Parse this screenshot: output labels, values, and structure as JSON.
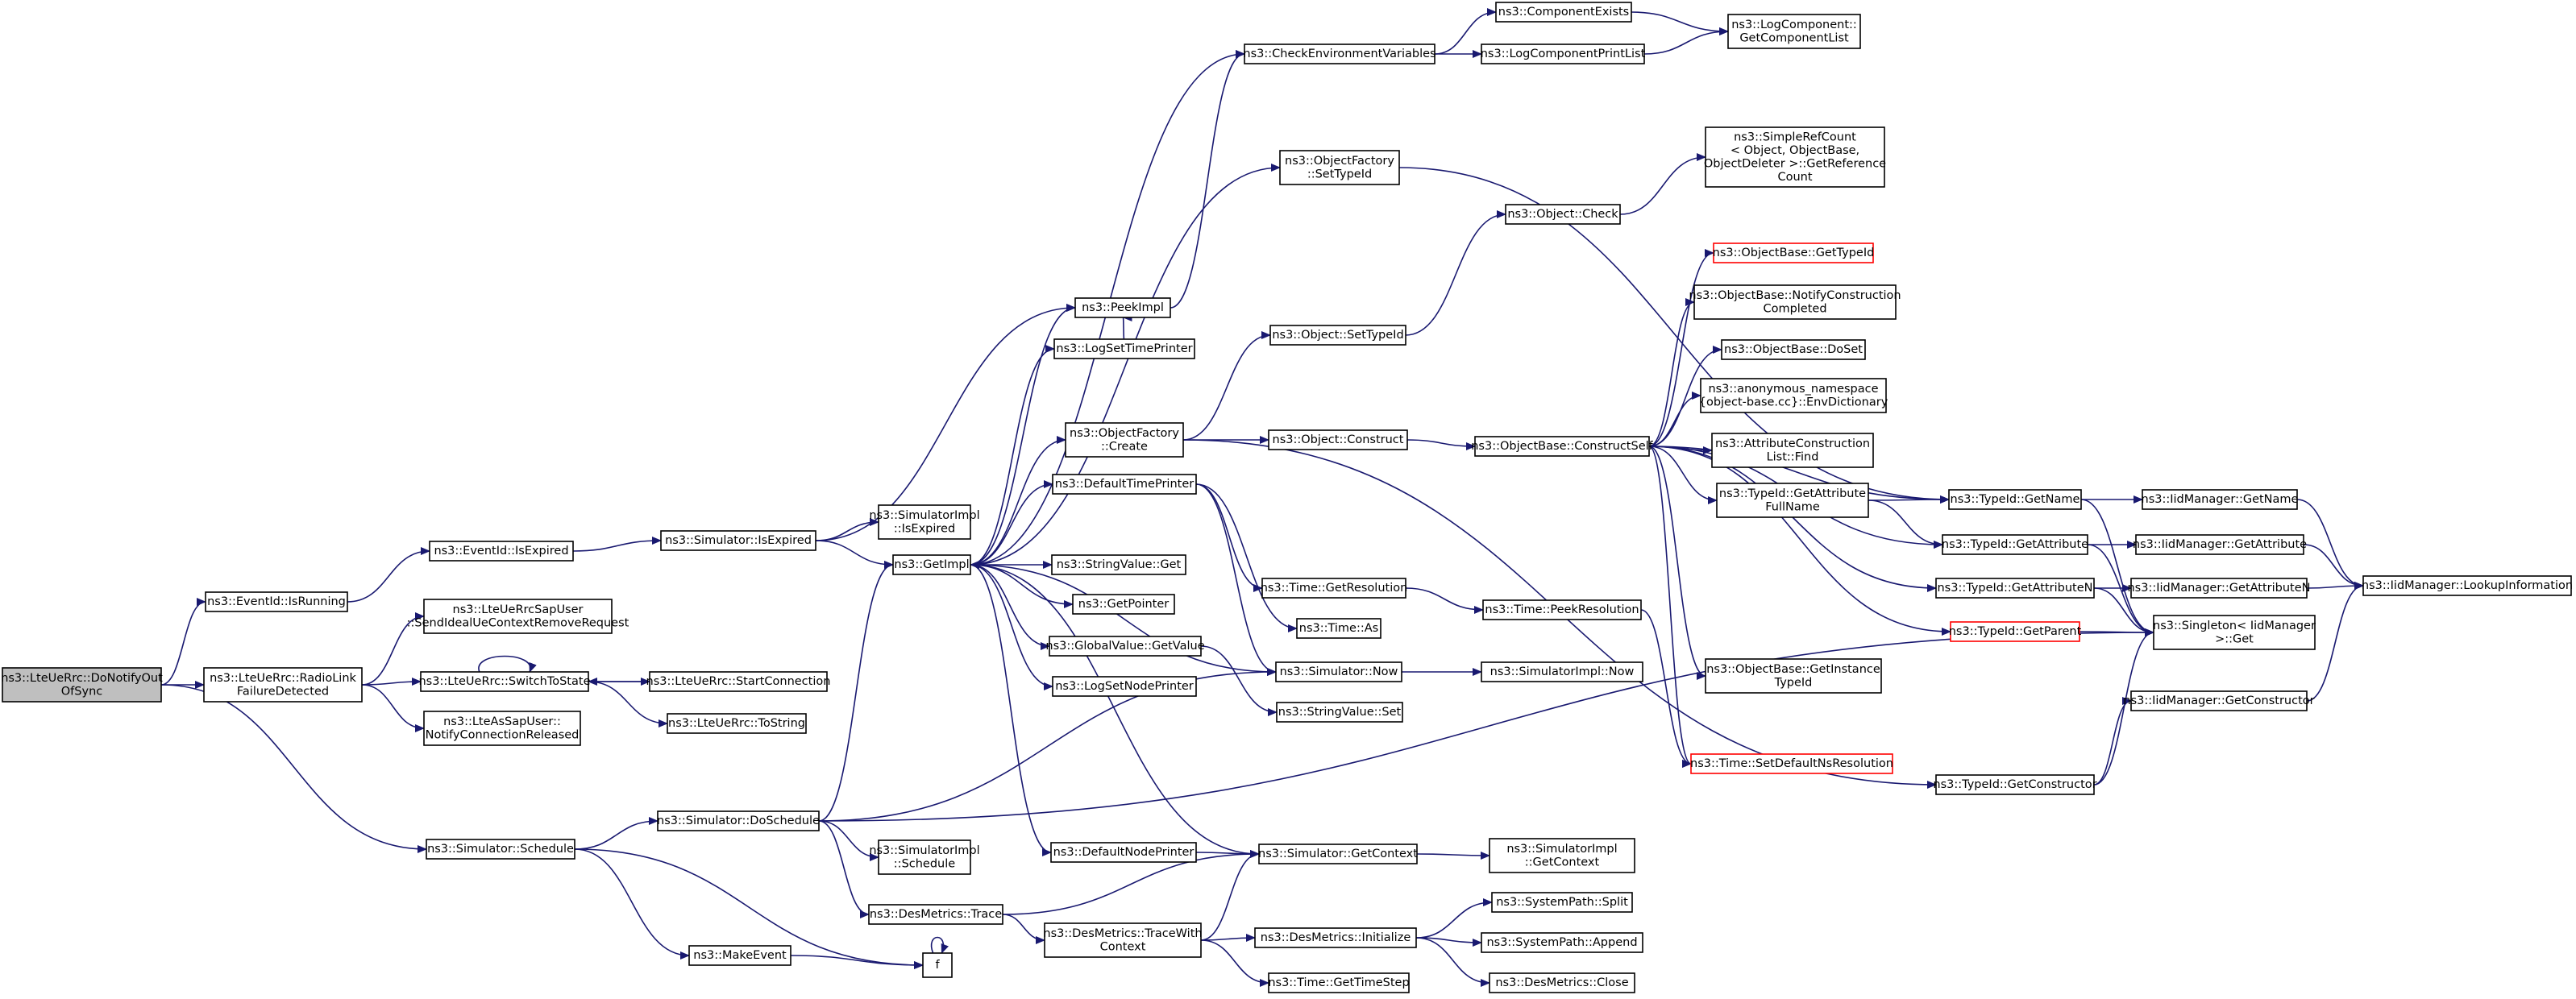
{
  "colors": {
    "edge": "#191970",
    "root_fill": "#bfbfbf",
    "node_border": "#000000",
    "highlight_border": "#ff0000"
  },
  "nodes": [
    {
      "id": "root",
      "lines": [
        "ns3::LteUeRrc::DoNotifyOut",
        "OfSync"
      ],
      "style": "root"
    },
    {
      "id": "evIsRunning",
      "lines": [
        "ns3::EventId::IsRunning"
      ]
    },
    {
      "id": "rlf",
      "lines": [
        "ns3::LteUeRrc::RadioLink",
        "FailureDetected"
      ]
    },
    {
      "id": "schedule",
      "lines": [
        "ns3::Simulator::Schedule"
      ]
    },
    {
      "id": "evIsExpired",
      "lines": [
        "ns3::EventId::IsExpired"
      ]
    },
    {
      "id": "sendIdeal",
      "lines": [
        "ns3::LteUeRrcSapUser",
        "::SendIdealUeContextRemoveRequest"
      ]
    },
    {
      "id": "switchToState",
      "lines": [
        "ns3::LteUeRrc::SwitchToState"
      ]
    },
    {
      "id": "notifyConnRel",
      "lines": [
        "ns3::LteAsSapUser::",
        "NotifyConnectionReleased"
      ]
    },
    {
      "id": "simIsExpired",
      "lines": [
        "ns3::Simulator::IsExpired"
      ]
    },
    {
      "id": "startConn",
      "lines": [
        "ns3::LteUeRrc::StartConnection"
      ]
    },
    {
      "id": "toString",
      "lines": [
        "ns3::LteUeRrc::ToString"
      ]
    },
    {
      "id": "doSchedule",
      "lines": [
        "ns3::Simulator::DoSchedule"
      ]
    },
    {
      "id": "makeEvent",
      "lines": [
        "ns3::MakeEvent"
      ]
    },
    {
      "id": "simImplIsExpired",
      "lines": [
        "ns3::SimulatorImpl",
        "::IsExpired"
      ]
    },
    {
      "id": "getImpl",
      "lines": [
        "ns3::GetImpl"
      ]
    },
    {
      "id": "simImplSchedule",
      "lines": [
        "ns3::SimulatorImpl",
        "::Schedule"
      ]
    },
    {
      "id": "desTrace",
      "lines": [
        "ns3::DesMetrics::Trace"
      ]
    },
    {
      "id": "f",
      "lines": [
        "f"
      ]
    },
    {
      "id": "peekImpl",
      "lines": [
        "ns3::PeekImpl"
      ]
    },
    {
      "id": "logSetTime",
      "lines": [
        "ns3::LogSetTimePrinter"
      ]
    },
    {
      "id": "ofCreate",
      "lines": [
        "ns3::ObjectFactory",
        "::Create"
      ]
    },
    {
      "id": "defTimePrinter",
      "lines": [
        "ns3::DefaultTimePrinter"
      ]
    },
    {
      "id": "strValGet",
      "lines": [
        "ns3::StringValue::Get"
      ]
    },
    {
      "id": "getPointer",
      "lines": [
        "ns3::GetPointer"
      ]
    },
    {
      "id": "gvGetValue",
      "lines": [
        "ns3::GlobalValue::GetValue"
      ]
    },
    {
      "id": "logSetNode",
      "lines": [
        "ns3::LogSetNodePrinter"
      ]
    },
    {
      "id": "defNodePrinter",
      "lines": [
        "ns3::DefaultNodePrinter"
      ]
    },
    {
      "id": "traceWithCtx",
      "lines": [
        "ns3::DesMetrics::TraceWith",
        "Context"
      ]
    },
    {
      "id": "checkEnv",
      "lines": [
        "ns3::CheckEnvironmentVariables"
      ]
    },
    {
      "id": "ofSetTypeId",
      "lines": [
        "ns3::ObjectFactory",
        "::SetTypeId"
      ]
    },
    {
      "id": "objSetTypeId",
      "lines": [
        "ns3::Object::SetTypeId"
      ]
    },
    {
      "id": "objConstruct",
      "lines": [
        "ns3::Object::Construct"
      ]
    },
    {
      "id": "timeGetRes",
      "lines": [
        "ns3::Time::GetResolution"
      ]
    },
    {
      "id": "timeAs",
      "lines": [
        "ns3::Time::As"
      ]
    },
    {
      "id": "simNow",
      "lines": [
        "ns3::Simulator::Now"
      ]
    },
    {
      "id": "strValSet",
      "lines": [
        "ns3::StringValue::Set"
      ]
    },
    {
      "id": "simGetContext",
      "lines": [
        "ns3::Simulator::GetContext"
      ]
    },
    {
      "id": "desInit",
      "lines": [
        "ns3::DesMetrics::Initialize"
      ]
    },
    {
      "id": "timeGetStep",
      "lines": [
        "ns3::Time::GetTimeStep"
      ]
    },
    {
      "id": "compExists",
      "lines": [
        "ns3::ComponentExists"
      ]
    },
    {
      "id": "logCompPrint",
      "lines": [
        "ns3::LogComponentPrintList"
      ]
    },
    {
      "id": "objCheck",
      "lines": [
        "ns3::Object::Check"
      ]
    },
    {
      "id": "constructSelf",
      "lines": [
        "ns3::ObjectBase::ConstructSelf"
      ]
    },
    {
      "id": "timePeekRes",
      "lines": [
        "ns3::Time::PeekResolution"
      ]
    },
    {
      "id": "simImplNow",
      "lines": [
        "ns3::SimulatorImpl::Now"
      ]
    },
    {
      "id": "simImplGetCtx",
      "lines": [
        "ns3::SimulatorImpl",
        "::GetContext"
      ]
    },
    {
      "id": "sysSplit",
      "lines": [
        "ns3::SystemPath::Split"
      ]
    },
    {
      "id": "sysAppend",
      "lines": [
        "ns3::SystemPath::Append"
      ]
    },
    {
      "id": "desClose",
      "lines": [
        "ns3::DesMetrics::Close"
      ]
    },
    {
      "id": "logCompGetList",
      "lines": [
        "ns3::LogComponent::",
        "GetComponentList"
      ]
    },
    {
      "id": "simpleRef",
      "lines": [
        "ns3::SimpleRefCount",
        "< Object, ObjectBase,",
        "ObjectDeleter >::GetReference",
        "Count"
      ]
    },
    {
      "id": "obGetTypeId",
      "lines": [
        "ns3::ObjectBase::GetTypeId"
      ],
      "style": "red"
    },
    {
      "id": "obNotify",
      "lines": [
        "ns3::ObjectBase::NotifyConstruction",
        "Completed"
      ]
    },
    {
      "id": "obDoSet",
      "lines": [
        "ns3::ObjectBase::DoSet"
      ]
    },
    {
      "id": "anonEnv",
      "lines": [
        "ns3::anonymous_namespace",
        "{object-base.cc}::EnvDictionary"
      ]
    },
    {
      "id": "attrFind",
      "lines": [
        "ns3::AttributeConstruction",
        "List::Find"
      ]
    },
    {
      "id": "tidGetAttrFull",
      "lines": [
        "ns3::TypeId::GetAttribute",
        "FullName"
      ]
    },
    {
      "id": "obGetInstTid",
      "lines": [
        "ns3::ObjectBase::GetInstance",
        "TypeId"
      ]
    },
    {
      "id": "timeSetDefNs",
      "lines": [
        "ns3::Time::SetDefaultNsResolution"
      ],
      "style": "red"
    },
    {
      "id": "tidGetName",
      "lines": [
        "ns3::TypeId::GetName"
      ]
    },
    {
      "id": "tidGetAttr",
      "lines": [
        "ns3::TypeId::GetAttribute"
      ]
    },
    {
      "id": "tidGetAttrN",
      "lines": [
        "ns3::TypeId::GetAttributeN"
      ]
    },
    {
      "id": "tidGetParent",
      "lines": [
        "ns3::TypeId::GetParent"
      ],
      "style": "red"
    },
    {
      "id": "tidGetCtor",
      "lines": [
        "ns3::TypeId::GetConstructor"
      ]
    },
    {
      "id": "iidGetName",
      "lines": [
        "ns3::IidManager::GetName"
      ]
    },
    {
      "id": "iidGetAttr",
      "lines": [
        "ns3::IidManager::GetAttribute"
      ]
    },
    {
      "id": "iidGetAttrN",
      "lines": [
        "ns3::IidManager::GetAttributeN"
      ]
    },
    {
      "id": "singletonGet",
      "lines": [
        "ns3::Singleton< IidManager",
        ">::Get"
      ]
    },
    {
      "id": "iidGetCtor",
      "lines": [
        "ns3::IidManager::GetConstructor"
      ]
    },
    {
      "id": "iidLookup",
      "lines": [
        "ns3::IidManager::LookupInformation"
      ]
    }
  ],
  "edges": [
    [
      "root",
      "evIsRunning"
    ],
    [
      "root",
      "rlf"
    ],
    [
      "root",
      "schedule"
    ],
    [
      "evIsRunning",
      "evIsExpired"
    ],
    [
      "rlf",
      "sendIdeal"
    ],
    [
      "rlf",
      "switchToState"
    ],
    [
      "rlf",
      "notifyConnRel"
    ],
    [
      "evIsExpired",
      "simIsExpired"
    ],
    [
      "switchToState",
      "switchToState"
    ],
    [
      "switchToState",
      "startConn"
    ],
    [
      "switchToState",
      "toString"
    ],
    [
      "startConn",
      "switchToState"
    ],
    [
      "schedule",
      "doSchedule"
    ],
    [
      "schedule",
      "makeEvent"
    ],
    [
      "schedule",
      "f"
    ],
    [
      "simIsExpired",
      "peekImpl"
    ],
    [
      "simIsExpired",
      "simImplIsExpired"
    ],
    [
      "simIsExpired",
      "getImpl"
    ],
    [
      "doSchedule",
      "getImpl"
    ],
    [
      "doSchedule",
      "simNow"
    ],
    [
      "doSchedule",
      "simImplSchedule"
    ],
    [
      "doSchedule",
      "desTrace"
    ],
    [
      "doSchedule",
      "singletonGet"
    ],
    [
      "makeEvent",
      "f"
    ],
    [
      "f",
      "f"
    ],
    [
      "getImpl",
      "peekImpl"
    ],
    [
      "getImpl",
      "logSetTime"
    ],
    [
      "getImpl",
      "ofCreate"
    ],
    [
      "getImpl",
      "defTimePrinter"
    ],
    [
      "getImpl",
      "strValGet"
    ],
    [
      "getImpl",
      "getPointer"
    ],
    [
      "getImpl",
      "gvGetValue"
    ],
    [
      "getImpl",
      "logSetNode"
    ],
    [
      "getImpl",
      "defNodePrinter"
    ],
    [
      "getImpl",
      "checkEnv"
    ],
    [
      "getImpl",
      "ofSetTypeId"
    ],
    [
      "getImpl",
      "simNow"
    ],
    [
      "desTrace",
      "simGetContext"
    ],
    [
      "desTrace",
      "traceWithCtx"
    ],
    [
      "logSetTime",
      "peekImpl"
    ],
    [
      "peekImpl",
      "checkEnv"
    ],
    [
      "ofCreate",
      "objSetTypeId"
    ],
    [
      "ofCreate",
      "objConstruct"
    ],
    [
      "ofCreate",
      "tidGetCtor"
    ],
    [
      "defTimePrinter",
      "simNow"
    ],
    [
      "defTimePrinter",
      "timeGetRes"
    ],
    [
      "defTimePrinter",
      "timeAs"
    ],
    [
      "gvGetValue",
      "strValSet"
    ],
    [
      "defNodePrinter",
      "simGetContext"
    ],
    [
      "traceWithCtx",
      "simGetContext"
    ],
    [
      "traceWithCtx",
      "desInit"
    ],
    [
      "traceWithCtx",
      "timeGetStep"
    ],
    [
      "checkEnv",
      "compExists"
    ],
    [
      "checkEnv",
      "logCompPrint"
    ],
    [
      "compExists",
      "logCompGetList"
    ],
    [
      "logCompPrint",
      "logCompGetList"
    ],
    [
      "ofSetTypeId",
      "tidGetName"
    ],
    [
      "objSetTypeId",
      "objCheck"
    ],
    [
      "objCheck",
      "simpleRef"
    ],
    [
      "objConstruct",
      "constructSelf"
    ],
    [
      "timeGetRes",
      "timePeekRes"
    ],
    [
      "timePeekRes",
      "timeSetDefNs"
    ],
    [
      "simNow",
      "simImplNow"
    ],
    [
      "simGetContext",
      "getImpl"
    ],
    [
      "simGetContext",
      "simImplGetCtx"
    ],
    [
      "desInit",
      "sysSplit"
    ],
    [
      "desInit",
      "sysAppend"
    ],
    [
      "desInit",
      "desClose"
    ],
    [
      "constructSelf",
      "obGetTypeId"
    ],
    [
      "constructSelf",
      "obNotify"
    ],
    [
      "constructSelf",
      "obDoSet"
    ],
    [
      "constructSelf",
      "anonEnv"
    ],
    [
      "constructSelf",
      "attrFind"
    ],
    [
      "constructSelf",
      "tidGetAttrFull"
    ],
    [
      "constructSelf",
      "obGetInstTid"
    ],
    [
      "constructSelf",
      "timeSetDefNs"
    ],
    [
      "constructSelf",
      "tidGetName"
    ],
    [
      "constructSelf",
      "tidGetAttr"
    ],
    [
      "constructSelf",
      "tidGetAttrN"
    ],
    [
      "constructSelf",
      "tidGetParent"
    ],
    [
      "tidGetAttrFull",
      "tidGetName"
    ],
    [
      "tidGetAttrFull",
      "tidGetAttr"
    ],
    [
      "tidGetName",
      "iidGetName"
    ],
    [
      "tidGetName",
      "singletonGet"
    ],
    [
      "tidGetAttr",
      "iidGetAttr"
    ],
    [
      "tidGetAttr",
      "singletonGet"
    ],
    [
      "tidGetAttrN",
      "iidGetAttrN"
    ],
    [
      "tidGetAttrN",
      "singletonGet"
    ],
    [
      "tidGetParent",
      "singletonGet"
    ],
    [
      "tidGetCtor",
      "iidGetCtor"
    ],
    [
      "tidGetCtor",
      "singletonGet"
    ],
    [
      "iidGetName",
      "iidLookup"
    ],
    [
      "iidGetAttr",
      "iidLookup"
    ],
    [
      "iidGetAttrN",
      "iidLookup"
    ],
    [
      "iidGetCtor",
      "iidLookup"
    ]
  ]
}
